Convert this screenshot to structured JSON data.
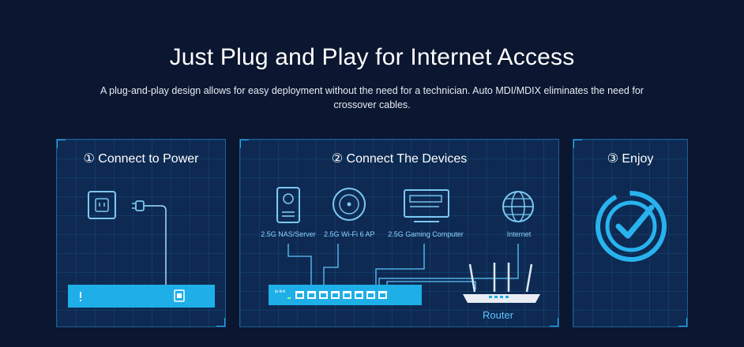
{
  "header": {
    "title": "Just Plug and Play for Internet Access",
    "subtitle": "A plug-and-play design allows for easy deployment without the need for a technician. Auto MDI/MDIX eliminates the need for crossover cables."
  },
  "steps": [
    {
      "title": "① Connect to Power"
    },
    {
      "title": "② Connect The Devices",
      "devices": [
        {
          "label": "2.5G NAS/Server",
          "icon": "nas-server-icon"
        },
        {
          "label": "2.5G Wi-Fi 6 AP",
          "icon": "access-point-icon"
        },
        {
          "label": "2.5G Gaming Computer",
          "icon": "monitor-icon"
        },
        {
          "label": "Internet",
          "icon": "globe-icon"
        }
      ],
      "switch_brand": "tp-link",
      "router_label": "Router"
    },
    {
      "title": "③ Enjoy"
    }
  ],
  "colors": {
    "background": "#0b1630",
    "panel": "#0e2a52",
    "accent": "#2aa8ea",
    "label": "#8fd3ff"
  }
}
